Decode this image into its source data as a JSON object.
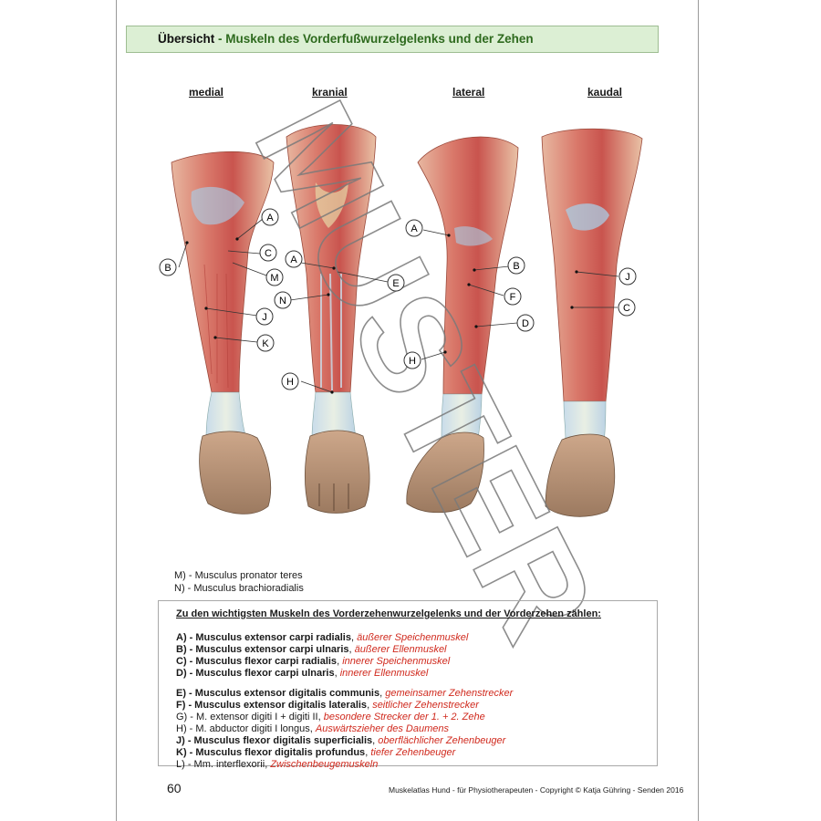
{
  "header": {
    "title_strong": "Übersicht",
    "title_rest": " - Muskeln des Vorderfußwurzelgelenks und der Zehen"
  },
  "views": [
    "medial",
    "kranial",
    "lateral",
    "kaudal"
  ],
  "markers": {
    "medial": [
      "A",
      "B",
      "C",
      "M",
      "J",
      "K"
    ],
    "kranial": [
      "A",
      "N",
      "E",
      "H"
    ],
    "lateral": [
      "A",
      "B",
      "F",
      "D",
      "H"
    ],
    "kaudal": [
      "J",
      "C"
    ]
  },
  "marker_notes": [
    "M) - Musculus pronator teres",
    "N) - Musculus brachioradialis"
  ],
  "legend": {
    "heading": "Zu den wichtigsten Muskeln des Vorderzehenwurzelgelenks und der Vorderzehen zählen:",
    "items": [
      {
        "bold": "A) - Musculus extensor carpi radialis",
        "sep": ", ",
        "german": "äußerer Speichenmuskel"
      },
      {
        "bold": "B) - Musculus extensor carpi ulnaris",
        "sep": ", ",
        "german": "äußerer Ellenmuskel"
      },
      {
        "bold": "C) - Musculus flexor carpi radialis",
        "sep": ", ",
        "german": "innerer Speichenmuskel"
      },
      {
        "bold": "D) - Musculus flexor carpi ulnaris",
        "sep": ", ",
        "german": "innerer Ellenmuskel"
      },
      {
        "bold": "E) - Musculus extensor digitalis communis",
        "sep": ", ",
        "german": "gemeinsamer Zehenstrecker"
      },
      {
        "bold": "F) - Musculus extensor digitalis lateralis",
        "sep": ", ",
        "german": "seitlicher Zehenstrecker"
      },
      {
        "plain": "G) - M. extensor digiti I + digiti II",
        "sep": ", ",
        "german": "besondere Strecker der 1. + 2. Zehe"
      },
      {
        "plain": "H) - M. abductor digiti I longus",
        "sep": ", ",
        "german": "Auswärtszieher des Daumens"
      },
      {
        "bold": "J) - Musculus flexor digitalis superficialis",
        "sep": ", ",
        "german": "oberflächlicher Zehenbeuger"
      },
      {
        "bold": "K) - Musculus flexor digitalis profundus",
        "sep": ", ",
        "german": "tiefer Zehenbeuger"
      },
      {
        "plain": "L) - Mm. interflexorii",
        "sep": ", ",
        "german": "Zwischenbeugemuskeln"
      }
    ]
  },
  "watermark": "MUSTER",
  "page_number": "60",
  "footer": "Muskelatlas Hund - für Physiotherapeuten - Copyright © Katja Gühring - Senden 2016"
}
